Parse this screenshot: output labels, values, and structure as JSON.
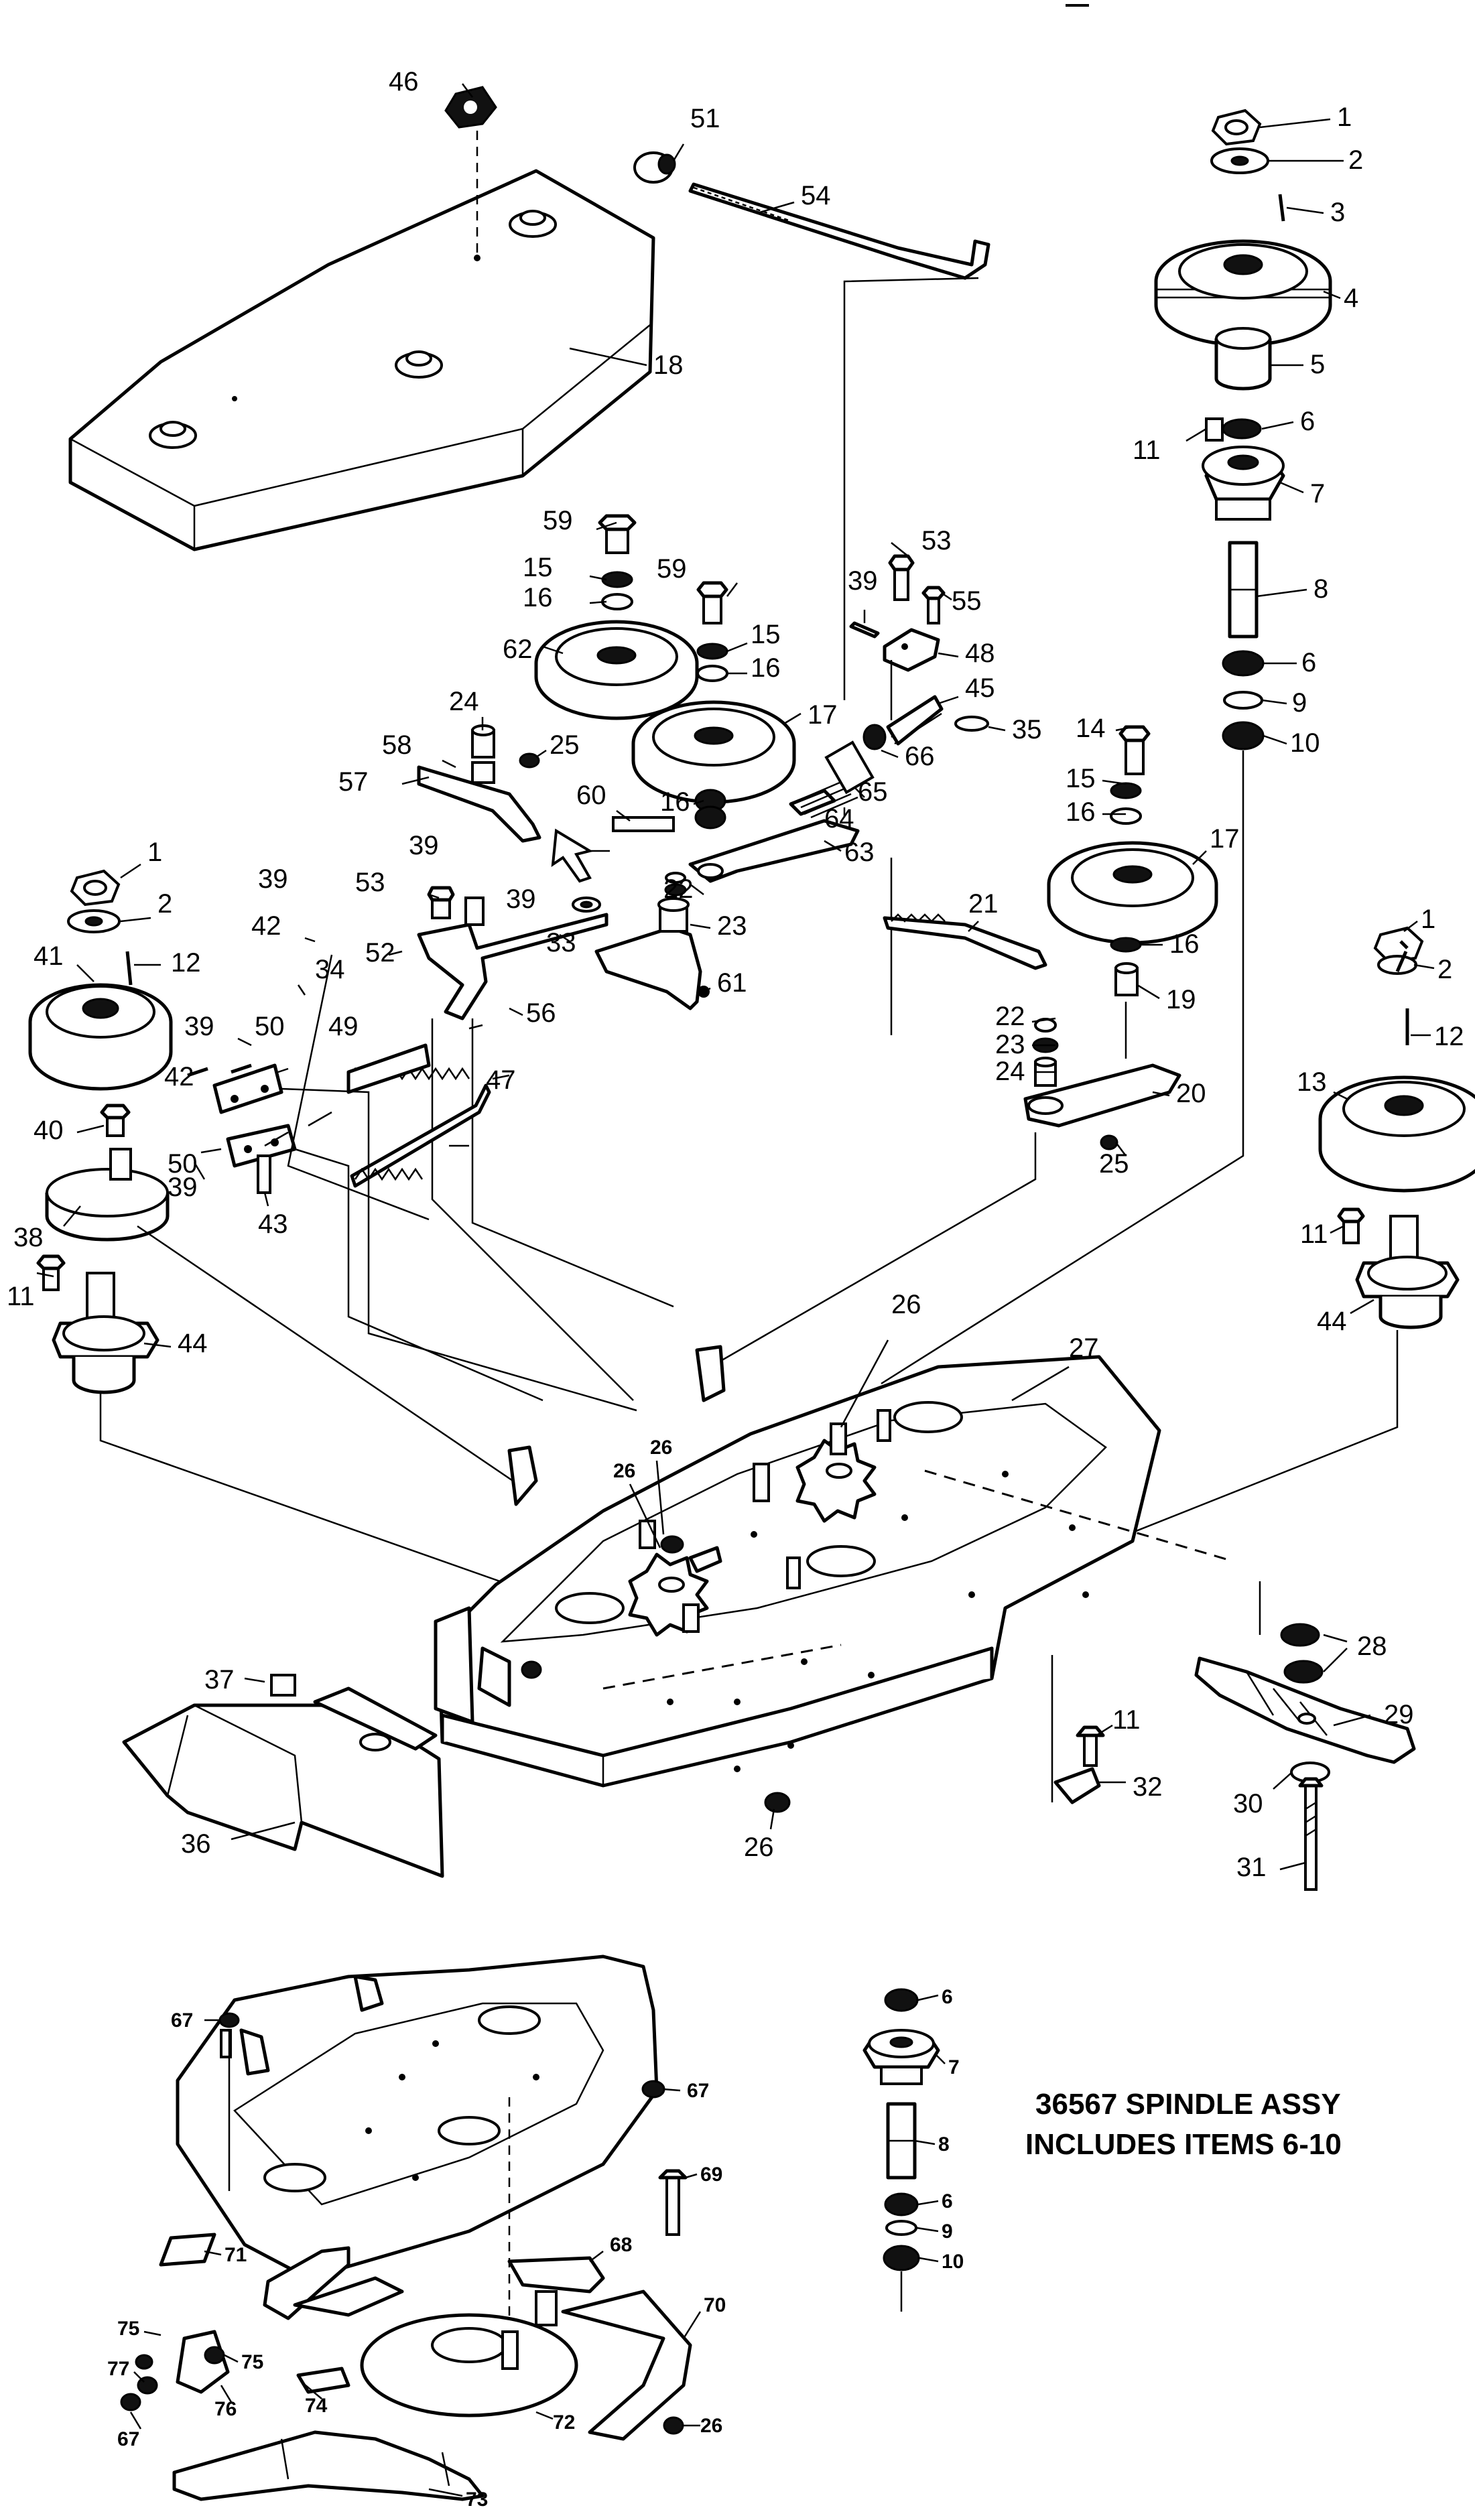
{
  "colors": {
    "ink": "#000000",
    "paper": "#ffffff"
  },
  "note": {
    "line1": "36567 SPINDLE ASSY",
    "line2": "INCLUDES ITEMS 6-10"
  },
  "callouts": {
    "c1a": "1",
    "c2a": "2",
    "c3": "3",
    "c4": "4",
    "c5a": "5",
    "c6a": "6",
    "c7a": "7",
    "c8a": "8",
    "c6b": "6",
    "c9a": "9",
    "c10a": "10",
    "c11a": "11",
    "c46": "46",
    "c51": "51",
    "c54": "54",
    "c18": "18",
    "c59a": "59",
    "c15a": "15",
    "c16a": "16",
    "c62": "62",
    "c59b": "59",
    "c15b": "15",
    "c16b": "16",
    "c17a": "17",
    "c24a": "24",
    "c25a": "25",
    "c58": "58",
    "c57": "57",
    "c16c": "16",
    "c60": "60",
    "c53a": "53",
    "c39a": "39",
    "c55": "55",
    "c48": "48",
    "c45": "45",
    "c35": "35",
    "c66": "66",
    "c65": "65",
    "c64": "64",
    "c63": "63",
    "c14": "14",
    "c15c": "15",
    "c16d": "16",
    "c17b": "17",
    "c16e": "16",
    "c19": "19",
    "c21": "21",
    "c22a": "22",
    "c23a": "23",
    "c61": "61",
    "c22b": "22",
    "c23b": "23",
    "c24b": "24",
    "c20": "20",
    "c25b": "25",
    "c39b": "39",
    "c53b": "53",
    "c39c": "39",
    "c39d": "39",
    "c33": "33",
    "c52": "52",
    "c56": "56",
    "c42a": "42",
    "c34": "34",
    "c49": "49",
    "c47": "47",
    "c1b": "1",
    "c2b": "2",
    "c12a": "12",
    "c41": "41",
    "c39e": "39",
    "c50a": "50",
    "c42b": "42",
    "c40": "40",
    "c50b": "50",
    "c39f": "39",
    "c43": "43",
    "c38": "38",
    "c11b": "11",
    "c44a": "44",
    "c1c": "1",
    "c2c": "2",
    "c12b": "12",
    "c13": "13",
    "c11c": "11",
    "c44b": "44",
    "c26a": "26",
    "c27": "27",
    "c26b": "26",
    "c26c": "26",
    "c28": "28",
    "c29": "29",
    "c37": "37",
    "c11d": "11",
    "c30": "30",
    "c32": "32",
    "c31": "31",
    "c36": "36",
    "c26d": "26",
    "c67a": "67",
    "c67b": "67",
    "c68": "68",
    "c69": "69",
    "c71": "71",
    "c75a": "75",
    "c70": "70",
    "c77": "77",
    "c75b": "75",
    "c76": "76",
    "c74": "74",
    "c67c": "67",
    "c72": "72",
    "c26e": "26",
    "c73": "73",
    "s6a": "6",
    "s7": "7",
    "s8": "8",
    "s6b": "6",
    "s9": "9",
    "s10": "10"
  }
}
